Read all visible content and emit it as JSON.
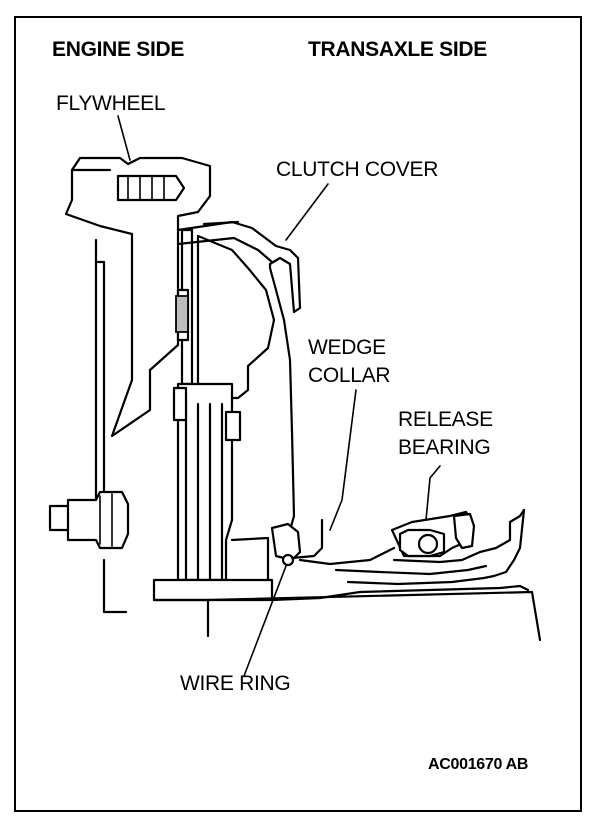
{
  "headings": {
    "engine_side": "ENGINE SIDE",
    "transaxle_side": "TRANSAXLE SIDE"
  },
  "labels": {
    "flywheel": "FLYWHEEL",
    "clutch_cover": "CLUTCH COVER",
    "wedge_collar_line1": "WEDGE",
    "wedge_collar_line2": "COLLAR",
    "release_bearing_line1": "RELEASE",
    "release_bearing_line2": "BEARING",
    "wire_ring": "WIRE RING"
  },
  "figure_code": "AC001670 AB"
}
